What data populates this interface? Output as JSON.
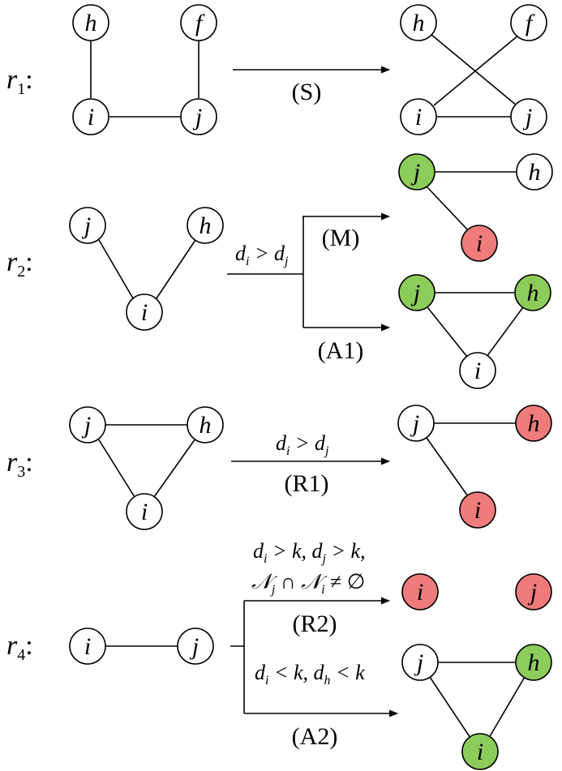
{
  "colors": {
    "plain": "#ffffff",
    "green": "#8ccc5a",
    "red": "#f07b7b",
    "stroke": "#000000"
  },
  "rules": [
    {
      "id": "r1",
      "label": "r",
      "sub": "1",
      "operation": "(S)",
      "conditions": []
    },
    {
      "id": "r2",
      "label": "r",
      "sub": "2",
      "operation_top": "(M)",
      "operation_bottom": "(A1)",
      "conditions": [
        "d_i > d_j"
      ]
    },
    {
      "id": "r3",
      "label": "r",
      "sub": "3",
      "operation": "(R1)",
      "conditions": [
        "d_i > d_j"
      ]
    },
    {
      "id": "r4",
      "label": "r",
      "sub": "4",
      "operation_top": "(R2)",
      "operation_bottom": "(A2)",
      "conditions": [
        "d_i > k, d_j > k,",
        "N_j ∩ N_i ≠ ∅",
        "d_i < k, d_h < k"
      ]
    }
  ],
  "text": {
    "r1_sub": "1",
    "r2_sub": "2",
    "r3_sub": "3",
    "r4_sub": "4",
    "r_letter": "r",
    "colon": ":",
    "op_S": "(S)",
    "op_M": "(M)",
    "op_A1": "(A1)",
    "op_R1": "(R1)",
    "op_R2": "(R2)",
    "op_A2": "(A2)",
    "cond_r2": "d_i > d_j",
    "cond_r3": "d_i > d_j",
    "cond_r4_a": "d_i > k, d_j > k,",
    "cond_r4_b": "N_j ∩ N_i ≠ ∅",
    "cond_r4_c": "d_i < k, d_h < k",
    "h": "h",
    "f": "f",
    "i": "i",
    "j": "j"
  }
}
